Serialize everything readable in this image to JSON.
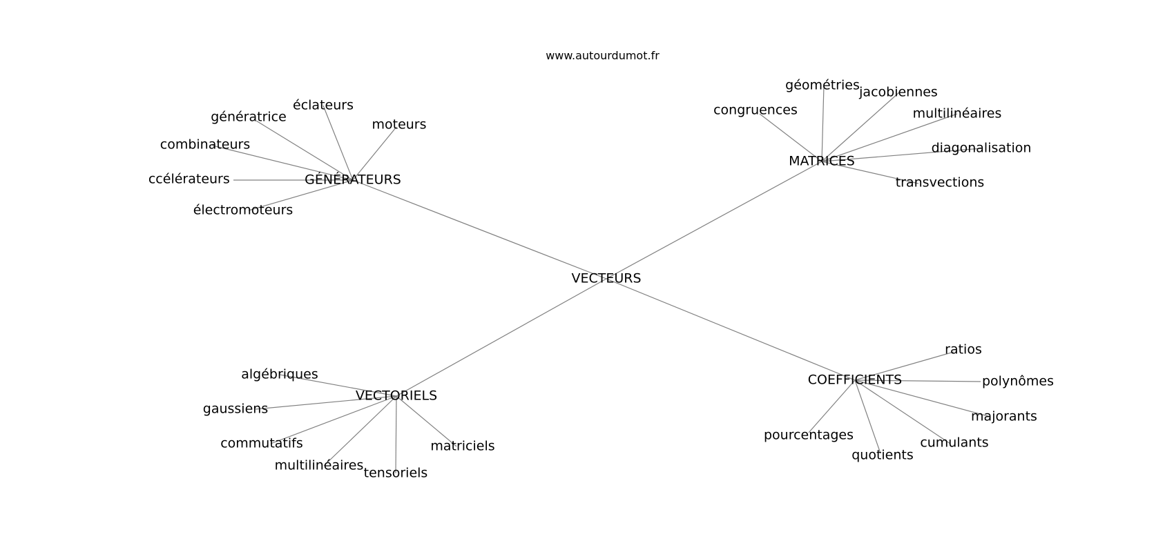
{
  "source_url": "www.autourdumot.fr",
  "colors": {
    "edge": "#808080",
    "text": "#000000",
    "background": "#ffffff"
  },
  "graph": {
    "root": {
      "id": "vecteurs",
      "label": "VECTEURS"
    },
    "hubs": [
      {
        "id": "generateurs",
        "label": "GÉNÉRATEURS",
        "children": [
          {
            "id": "generatrice",
            "label": "génératrice"
          },
          {
            "id": "eclateurs",
            "label": "éclateurs"
          },
          {
            "id": "moteurs",
            "label": "moteurs"
          },
          {
            "id": "combinateurs",
            "label": "combinateurs"
          },
          {
            "id": "accelerateurs",
            "label": "accélérateurs"
          },
          {
            "id": "electromoteurs",
            "label": "électromoteurs"
          }
        ]
      },
      {
        "id": "matrices",
        "label": "MATRICES",
        "children": [
          {
            "id": "geometries",
            "label": "géométries"
          },
          {
            "id": "jacobiennes",
            "label": "jacobiennes"
          },
          {
            "id": "congruences",
            "label": "congruences"
          },
          {
            "id": "multilineaires-m",
            "label": "multilinéaires"
          },
          {
            "id": "diagonalisation",
            "label": "diagonalisation"
          },
          {
            "id": "transvections",
            "label": "transvections"
          }
        ]
      },
      {
        "id": "vectoriels",
        "label": "VECTORIELS",
        "children": [
          {
            "id": "algebriques",
            "label": "algébriques"
          },
          {
            "id": "gaussiens",
            "label": "gaussiens"
          },
          {
            "id": "commutatifs",
            "label": "commutatifs"
          },
          {
            "id": "multilineaires-v",
            "label": "multilinéaires"
          },
          {
            "id": "tensoriels",
            "label": "tensoriels"
          },
          {
            "id": "matriciels",
            "label": "matriciels"
          }
        ]
      },
      {
        "id": "coefficients",
        "label": "COEFFICIENTS",
        "children": [
          {
            "id": "ratios",
            "label": "ratios"
          },
          {
            "id": "polynomes",
            "label": "polynômes"
          },
          {
            "id": "majorants",
            "label": "majorants"
          },
          {
            "id": "cumulants",
            "label": "cumulants"
          },
          {
            "id": "quotients",
            "label": "quotients"
          },
          {
            "id": "pourcentages",
            "label": "pourcentages"
          }
        ]
      }
    ]
  }
}
